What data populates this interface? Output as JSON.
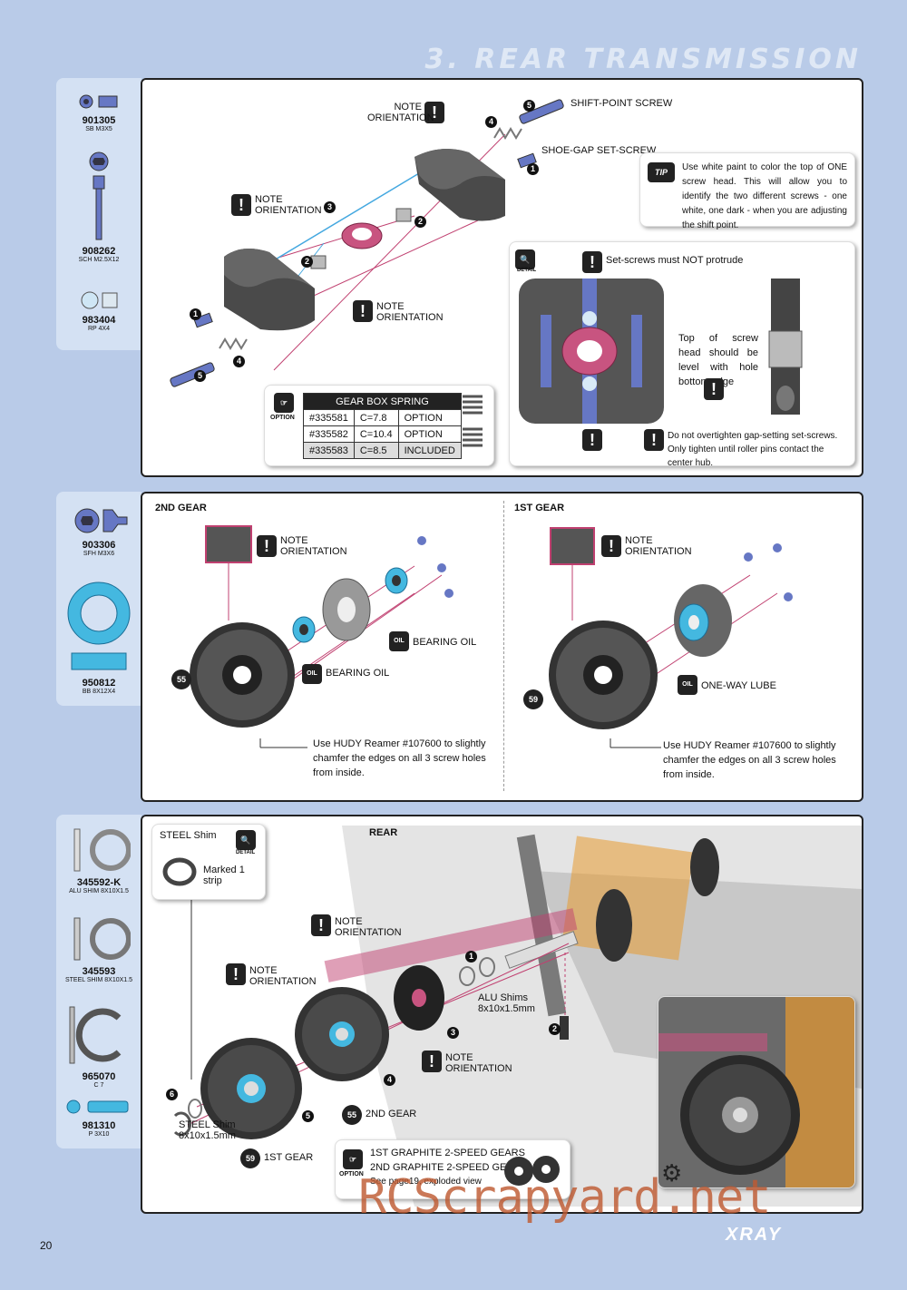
{
  "page_title": "3. REAR TRANSMISSION",
  "page_number": "20",
  "brand": "XRAY",
  "watermark": "RCScrapyard.net",
  "parts_top": [
    {
      "code": "901305",
      "desc": "SB M3x5"
    },
    {
      "code": "908262",
      "desc": "SCH M2.5x12"
    },
    {
      "code": "983404",
      "desc": "RP 4x4"
    }
  ],
  "parts_mid": [
    {
      "code": "903306",
      "desc": "SFH M3x6"
    },
    {
      "code": "950812",
      "desc": "BB 8x12x4"
    }
  ],
  "parts_bot": [
    {
      "code": "345592-K",
      "desc": "ALU SHIM 8x10x1.5"
    },
    {
      "code": "345593",
      "desc": "STEEL SHIM 8x10x1.5"
    },
    {
      "code": "965070",
      "desc": "C 7"
    },
    {
      "code": "981310",
      "desc": "P 3x10"
    }
  ],
  "top": {
    "note_orientation": "NOTE\nORIENTATION",
    "shift_point_screw": "SHIFT-POINT SCREW",
    "shoe_gap_set_screw": "SHOE-GAP SET-SCREW",
    "tip_badge": "TIP",
    "tip_text": "Use white paint to color the top of ONE screw head. This will allow you to identify the two different screws - one white, one dark - when you are adjusting the shift point.",
    "detail_badge": "DETAIL",
    "setscrews_note": "Set-screws must NOT protrude",
    "top_screw_note": "Top of screw head should be level with hole bottom edge",
    "overtighten_note": "Do not overtighten gap-setting set-screws. Only tighten until roller pins contact the center hub.",
    "option_badge": "OPTION",
    "spring_table": {
      "header": "GEAR BOX SPRING",
      "rows": [
        {
          "part": "#335581",
          "c": "C=7.8",
          "type": "OPTION"
        },
        {
          "part": "#335582",
          "c": "C=10.4",
          "type": "OPTION"
        },
        {
          "part": "#335583",
          "c": "C=8.5",
          "type": "INCLUDED"
        }
      ]
    }
  },
  "mid": {
    "left_header": "2ND GEAR",
    "right_header": "1ST GEAR",
    "note_orientation": "NOTE\nORIENTATION",
    "bearing_oil": "BEARING OIL",
    "oil_badge": "OIL",
    "one_way_lube": "ONE-WAY LUBE",
    "reamer_note": "Use HUDY Reamer #107600 to slightly chamfer the edges on all 3 screw holes from inside.",
    "teeth_55": "55",
    "teeth_59": "59"
  },
  "bot": {
    "steel_shim_title": "STEEL Shim",
    "marked_strip": "Marked 1 strip",
    "detail_badge": "DETAIL",
    "rear_label": "REAR",
    "note_orientation": "NOTE\nORIENTATION",
    "alu_shims": "ALU Shims\n8x10x1.5mm",
    "steel_shim": "STEEL Shim\n8x10x1.5mm",
    "second_gear": "2ND GEAR",
    "first_gear": "1ST GEAR",
    "teeth_55": "55",
    "teeth_59": "59",
    "option_badge": "OPTION",
    "option_line1": "1ST GRAPHITE 2-SPEED GEARS",
    "option_line2": "2ND GRAPHITE 2-SPEED GEARS",
    "option_line3": "See page19, exploded view"
  },
  "colors": {
    "background": "#b9cbe8",
    "sidebar": "#d4e1f3",
    "part_blue": "#5566bb",
    "bearing_cyan": "#44b8e0",
    "orange": "#e89a30",
    "pink": "#c04070"
  }
}
